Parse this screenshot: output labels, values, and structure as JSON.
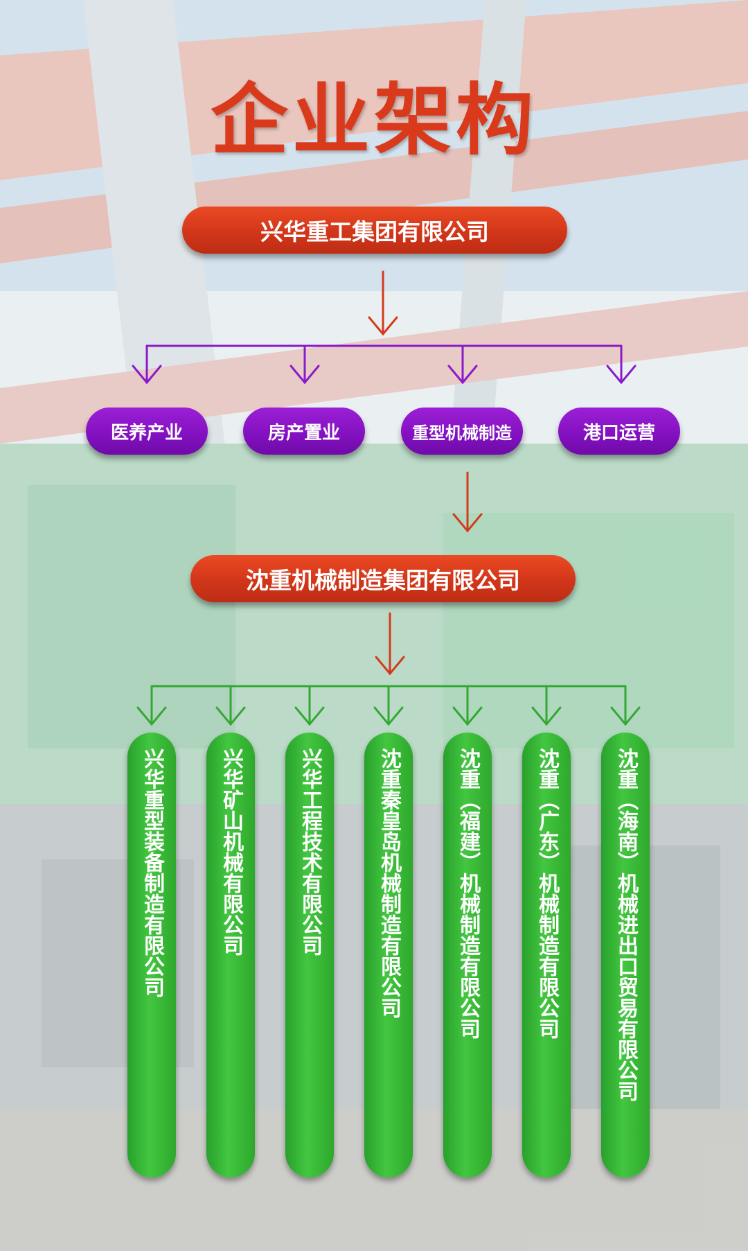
{
  "title": "企业架构",
  "parent_company": "兴华重工集团有限公司",
  "segments": [
    "医养产业",
    "房产置业",
    "重型机械制造",
    "港口运营"
  ],
  "group_company": "沈重机械制造集团有限公司",
  "subsidiaries": [
    "兴华重型装备制造有限公司",
    "兴华矿山机械有限公司",
    "兴华工程技术有限公司",
    "沈重秦皇岛机械制造有限公司",
    "沈重（福建）机械制造有限公司",
    "沈重（广东）机械制造有限公司",
    "沈重（海南）机械进出口贸易有限公司"
  ],
  "colors": {
    "title": "#d93a1c",
    "red_pill": "#d2361a",
    "purple_pill": "#8210bf",
    "green_bar": "#36b234",
    "red_arrow": "#d33b1d",
    "purple_line": "#8a1bc9",
    "green_line": "#33a833"
  }
}
